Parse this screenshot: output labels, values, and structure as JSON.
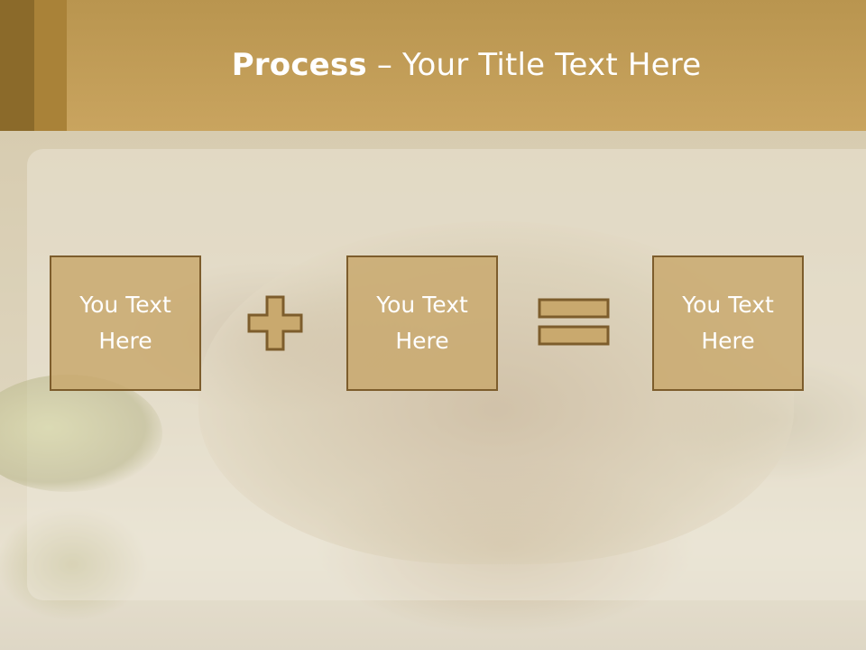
{
  "slide": {
    "title_bold": "Process",
    "title_rest": " – Your Title Text Here",
    "boxes": [
      {
        "label": "You Text\nHere"
      },
      {
        "label": "You Text\nHere"
      },
      {
        "label": "You Text\nHere"
      }
    ],
    "operators": [
      "plus-icon",
      "equals-icon"
    ],
    "colors": {
      "header": "#c9a45f",
      "box_fill": "#c9a96e",
      "box_border": "#7d5d2c",
      "text": "#ffffff"
    }
  }
}
